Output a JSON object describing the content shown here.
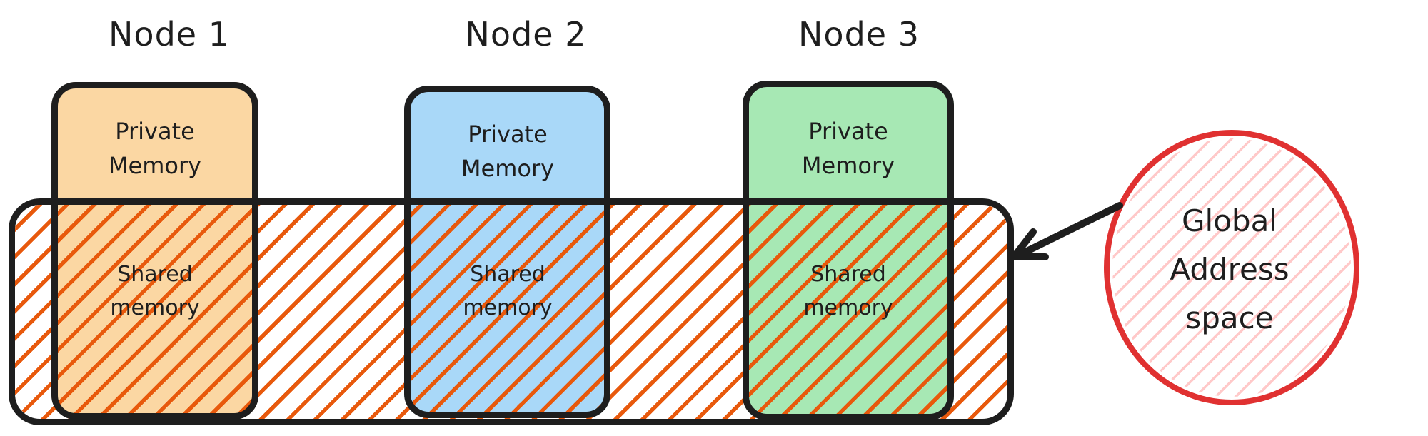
{
  "diagram": {
    "background": "#ffffff",
    "stroke_color": "#1e1e1e",
    "band_hatch_color": "#e8590c"
  },
  "nodes": [
    {
      "title": "Node 1",
      "private_memory_label": "Private Memory",
      "shared_memory_label": "Shared memory",
      "fill": "#fbd7a3"
    },
    {
      "title": "Node 2",
      "private_memory_label": "Private Memory",
      "shared_memory_label": "Shared memory",
      "fill": "#a9d8f8"
    },
    {
      "title": "Node 3",
      "private_memory_label": "Private Memory",
      "shared_memory_label": "Shared memory",
      "fill": "#a7e8b4"
    }
  ],
  "global_address_space": {
    "label": "Global Address space",
    "circle_color": "#e03131",
    "hatch_color": "#ffc9c9",
    "text_color": "#1e1e1e"
  },
  "arrow": {
    "color": "#1e1e1e"
  }
}
